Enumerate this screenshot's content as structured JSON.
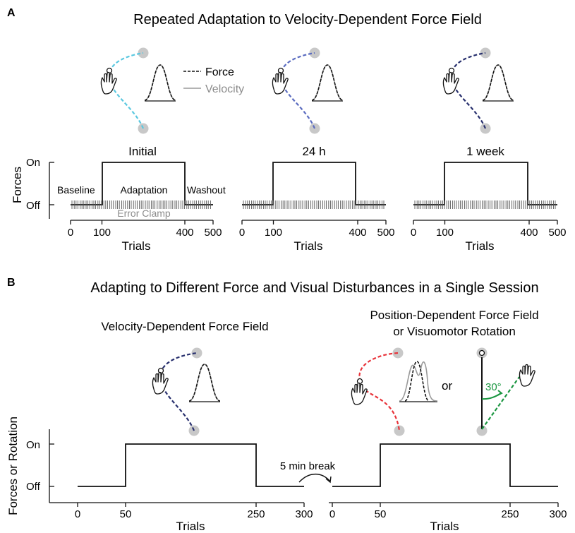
{
  "panel_a": {
    "label": "A",
    "title": "Repeated Adaptation to Velocity-Dependent Force Field",
    "legend": {
      "force": "Force",
      "velocity": "Velocity"
    },
    "y_axis": {
      "label": "Forces",
      "on": "On",
      "off": "Off"
    },
    "sessions": [
      {
        "title": "Initial",
        "ticks": [
          "0",
          "100",
          "400",
          "500"
        ],
        "xlabel": "Trials",
        "color": "#5bc8e0"
      },
      {
        "title": "24 h",
        "ticks": [
          "0",
          "100",
          "400",
          "500"
        ],
        "xlabel": "Trials",
        "color": "#5b6cc0"
      },
      {
        "title": "1 week",
        "ticks": [
          "0",
          "100",
          "400",
          "500"
        ],
        "xlabel": "Trials",
        "color": "#28306e"
      }
    ],
    "phases": {
      "baseline": "Baseline",
      "adaptation": "Adaptation",
      "washout": "Washout",
      "error_clamp": "Error Clamp"
    }
  },
  "panel_b": {
    "label": "B",
    "title": "Adapting to Different Force and Visual Disturbances in a Single Session",
    "left_subtitle": "Velocity-Dependent Force Field",
    "right_subtitle_line1": "Position-Dependent Force Field",
    "right_subtitle_line2": "or Visuomotor Rotation",
    "or_text": "or",
    "angle_text": "30°",
    "break_text": "5 min break",
    "y_axis": {
      "label": "Forces or Rotation",
      "on": "On",
      "off": "Off"
    },
    "left_ticks": [
      "0",
      "50",
      "250",
      "300"
    ],
    "right_ticks": [
      "0",
      "50",
      "250",
      "300"
    ],
    "xlabel_left": "Trials",
    "xlabel_right": "Trials",
    "colors": {
      "velocity_field": "#28306e",
      "position_field": "#e8333a",
      "rotation": "#1a9640"
    }
  }
}
